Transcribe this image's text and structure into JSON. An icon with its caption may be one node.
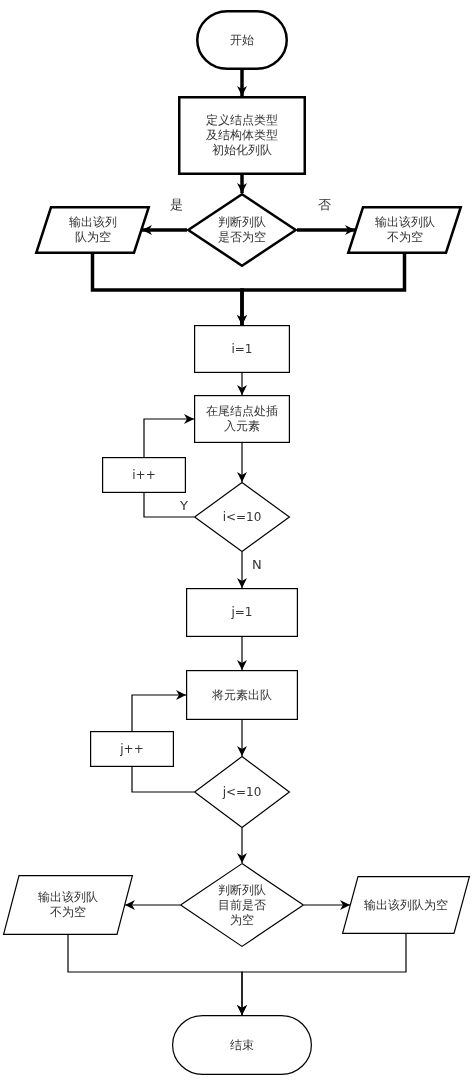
{
  "diagram": {
    "nodes": [
      {
        "text": [
          "开始"
        ]
      },
      {
        "text": [
          "定义结点类型及结构体类型初始化列队"
        ]
      },
      {
        "text": [
          "判断列队是否为空"
        ]
      },
      {
        "text": [
          "输出该列队为空"
        ]
      },
      {
        "text": [
          "输出该列队不为空"
        ]
      },
      {
        "text": [
          "i=1"
        ]
      },
      {
        "text": [
          "在尾结点处插入元素"
        ]
      },
      {
        "text": [
          "i++"
        ]
      },
      {
        "text": [
          "i<=10"
        ]
      },
      {
        "text": [
          "j=1"
        ]
      },
      {
        "text": [
          "将元素出队"
        ]
      },
      {
        "text": [
          "j++"
        ]
      },
      {
        "text": [
          "j<=10"
        ]
      },
      {
        "text": [
          "判断列队目前是否为空"
        ]
      },
      {
        "text": [
          "输出该列队不为空"
        ]
      },
      {
        "text": [
          "输出该列队为空"
        ]
      },
      {
        "text": [
          "结束"
        ]
      }
    ],
    "edges": [
      {
        "from": 0,
        "to": 1,
        "arrow": "to",
        "style": "thick"
      },
      {
        "from": 1,
        "to": 2,
        "arrow": "to",
        "style": "thick"
      },
      {
        "from": 2,
        "to": 3,
        "arrow": "to",
        "label": "是",
        "style": "thick"
      },
      {
        "from": 2,
        "to": 4,
        "arrow": "to",
        "label": "否",
        "style": "thick"
      },
      {
        "from": 3,
        "to": 5,
        "arrow": "to",
        "style": "thick"
      },
      {
        "from": 4,
        "to": 5,
        "arrow": "to",
        "style": "thick"
      },
      {
        "from": 5,
        "to": 6,
        "arrow": "to"
      },
      {
        "from": 6,
        "to": 8,
        "arrow": "to"
      },
      {
        "from": 8,
        "to": 7,
        "arrow": "none",
        "label": "Y"
      },
      {
        "from": 7,
        "to": 6,
        "arrow": "to"
      },
      {
        "from": 8,
        "to": 9,
        "arrow": "to",
        "label": "N"
      },
      {
        "from": 9,
        "to": 10,
        "arrow": "to"
      },
      {
        "from": 10,
        "to": 12,
        "arrow": "to"
      },
      {
        "from": 12,
        "to": 11,
        "arrow": "none"
      },
      {
        "from": 11,
        "to": 10,
        "arrow": "to"
      },
      {
        "from": 12,
        "to": 13,
        "arrow": "to"
      },
      {
        "from": 13,
        "to": 14,
        "arrow": "to"
      },
      {
        "from": 13,
        "to": 15,
        "arrow": "to"
      },
      {
        "from": 14,
        "to": 16,
        "arrow": "to"
      },
      {
        "from": 15,
        "to": 16,
        "arrow": "to"
      }
    ]
  }
}
